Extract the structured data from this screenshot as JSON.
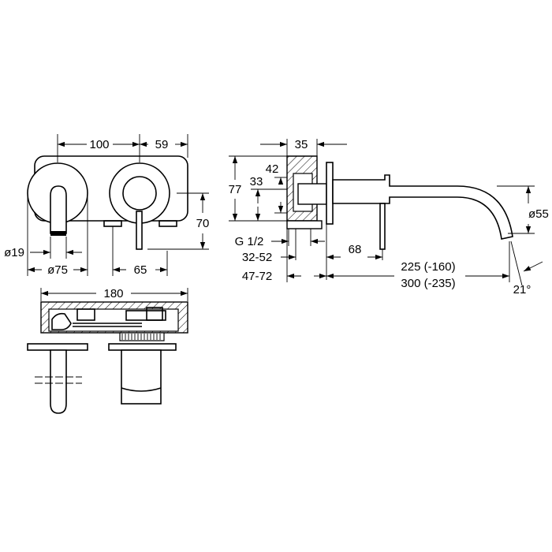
{
  "colors": {
    "line": "#000000",
    "background": "#ffffff"
  },
  "front_view": {
    "dims": {
      "width_100": "100",
      "width_59": "59",
      "height_70": "70",
      "dia_19": "ø19",
      "dia_75": "ø75",
      "spacing_65": "65"
    }
  },
  "top_view": {
    "dims": {
      "width_180": "180"
    }
  },
  "side_view": {
    "dims": {
      "depth_35": "35",
      "height_42": "42",
      "height_77": "77",
      "height_33": "33",
      "thread": "G 1/2",
      "range_32_52": "32-52",
      "range_47_72": "47-72",
      "length_68": "68",
      "projection_225": "225 (-160)",
      "projection_300": "300 (-235)",
      "dia_55": "ø55",
      "angle_21": "21°"
    }
  }
}
